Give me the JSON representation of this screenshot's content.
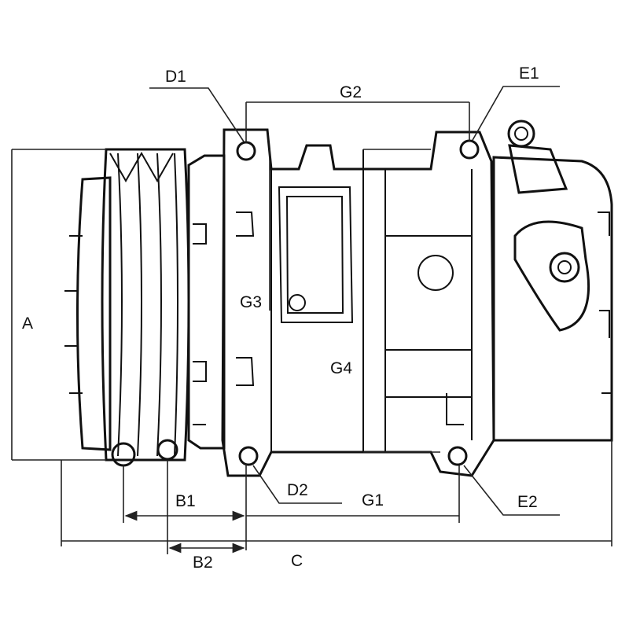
{
  "title": "Compressor dimension drawing",
  "labels": {
    "D1": "D1",
    "E1": "E1",
    "G2": "G2",
    "A": "A",
    "G3": "G3",
    "G4": "G4",
    "D2": "D2",
    "G1": "G1",
    "E2": "E2",
    "B1": "B1",
    "B2": "B2",
    "C": "C"
  }
}
